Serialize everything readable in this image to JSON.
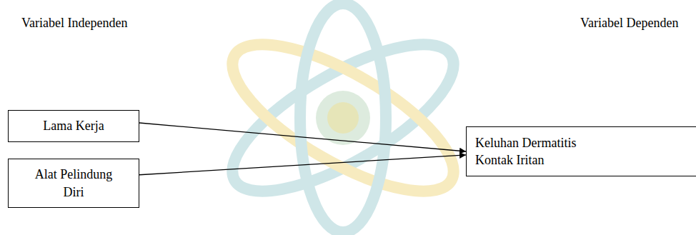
{
  "diagram": {
    "nodes": [
      {
        "text": [
          "Lama Kerja"
        ]
      },
      {
        "text": [
          "Alat Pelindung Diri"
        ]
      },
      {
        "text": [
          "Keluhan Dermatitis Kontak Iritan"
        ]
      }
    ],
    "edges": [
      {
        "from": 0,
        "to": 2,
        "arrow": "to"
      },
      {
        "from": 1,
        "to": 2,
        "arrow": "to"
      }
    ],
    "labels": [
      "Variabel Independen",
      "Variabel Dependen"
    ]
  }
}
